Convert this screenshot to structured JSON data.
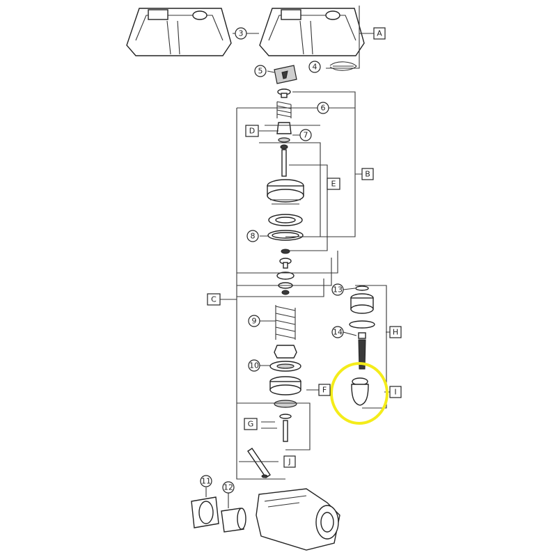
{
  "colors": {
    "highlight": "#f4ec1a",
    "line": "#333333",
    "fill_light": "#cfcfcf"
  },
  "callouts": {
    "c3": "3",
    "c4": "4",
    "c5": "5",
    "c6": "6",
    "c7": "7",
    "c8": "8",
    "c9": "9",
    "c10": "10",
    "c11": "11",
    "c12": "12",
    "c13": "13",
    "c14": "14"
  },
  "groups": {
    "A": "A",
    "B": "B",
    "C": "C",
    "D": "D",
    "E": "E",
    "F": "F",
    "G": "G",
    "H": "H",
    "I": "I",
    "J": "J"
  }
}
